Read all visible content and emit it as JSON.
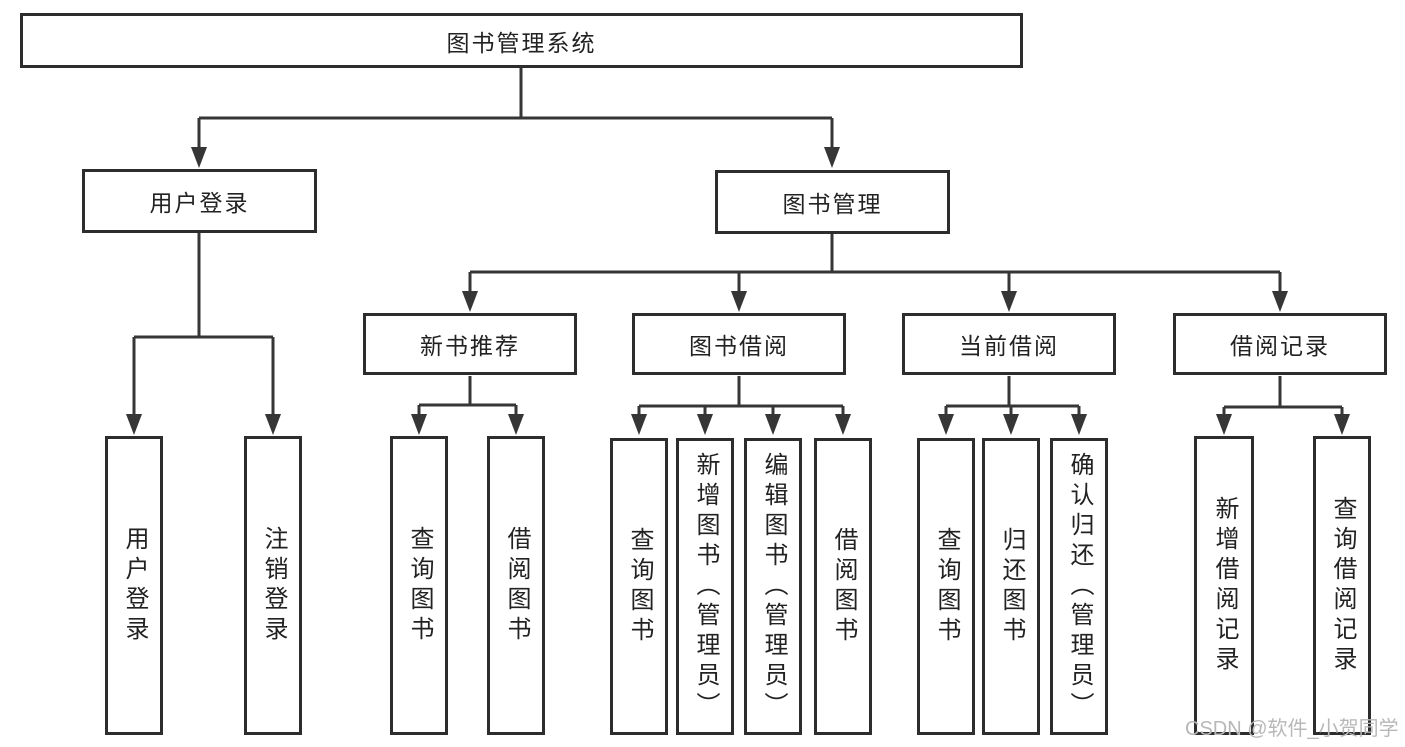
{
  "tree": {
    "label": "图书管理系统",
    "children": [
      {
        "label": "用户登录",
        "children": [
          {
            "label": "用户登录"
          },
          {
            "label": "注销登录"
          }
        ]
      },
      {
        "label": "图书管理",
        "children": [
          {
            "label": "新书推荐",
            "children": [
              {
                "label": "查询图书"
              },
              {
                "label": "借阅图书"
              }
            ]
          },
          {
            "label": "图书借阅",
            "children": [
              {
                "label": "查询图书"
              },
              {
                "label": "新增图书（管理员）"
              },
              {
                "label": "编辑图书（管理员）"
              },
              {
                "label": "借阅图书"
              }
            ]
          },
          {
            "label": "当前借阅",
            "children": [
              {
                "label": "查询图书"
              },
              {
                "label": "归还图书"
              },
              {
                "label": "确认归还（管理员）"
              }
            ]
          },
          {
            "label": "借阅记录",
            "children": [
              {
                "label": "新增借阅记录"
              },
              {
                "label": "查询借阅记录"
              }
            ]
          }
        ]
      }
    ]
  },
  "watermark": {
    "text": "CSDN @软件_小贺同学"
  },
  "colors": {
    "background": "#ffffff",
    "box_border": "#2d2d2d",
    "connector_line": "#363636",
    "text": "#222222",
    "watermark_text": "#b8b8b8"
  }
}
